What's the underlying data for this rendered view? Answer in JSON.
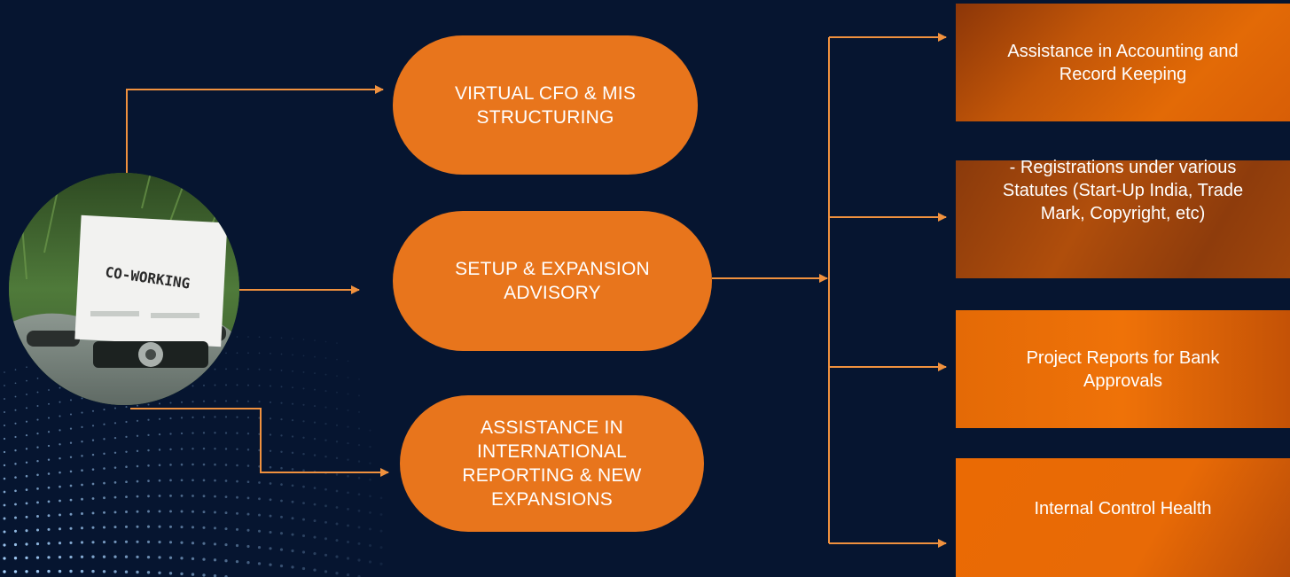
{
  "center": {
    "image_label": "CO-WORKING"
  },
  "services": [
    {
      "label": "VIRTUAL CFO & MIS STRUCTURING"
    },
    {
      "label": "SETUP & EXPANSION ADVISORY"
    },
    {
      "label": "ASSISTANCE IN INTERNATIONAL REPORTING & NEW EXPANSIONS"
    }
  ],
  "sub_services": [
    {
      "label": "Assistance in Accounting and Record Keeping"
    },
    {
      "label": "- Registrations under various Statutes (Start-Up India, Trade Mark, Copyright, etc)"
    },
    {
      "label": "Project Reports for Bank Approvals"
    },
    {
      "label": "Internal Control Health"
    }
  ],
  "colors": {
    "background": "#061530",
    "accent": "#e8751c",
    "connector": "#f0913e",
    "text": "#ffffff"
  }
}
